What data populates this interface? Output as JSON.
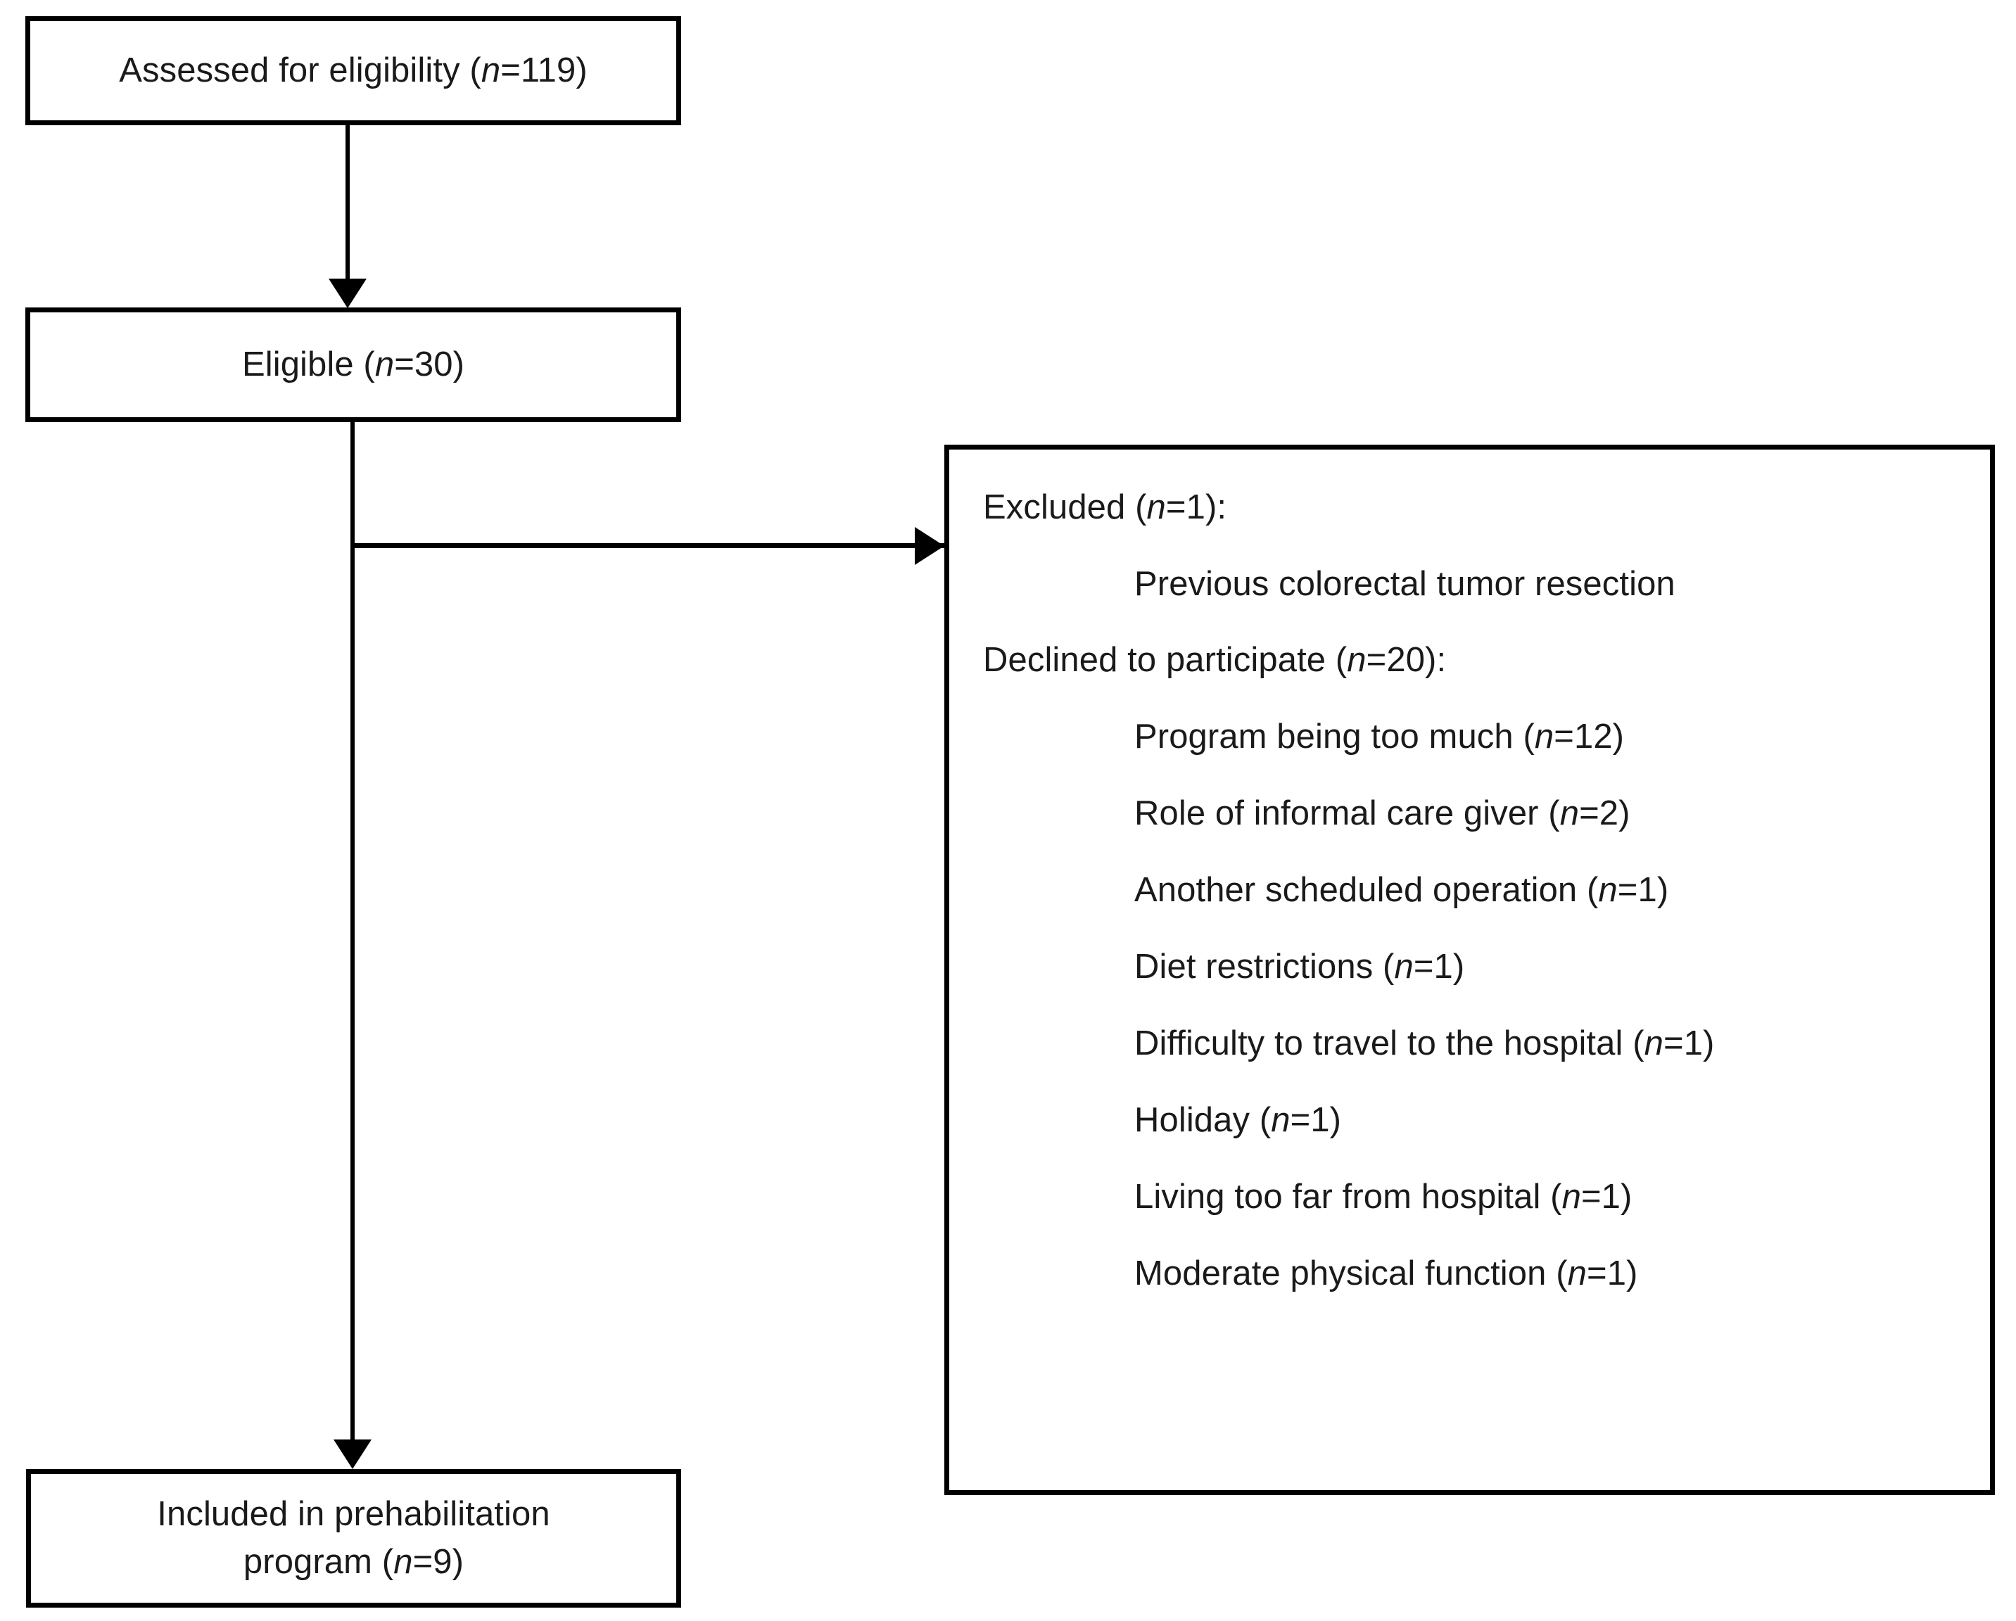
{
  "diagram": {
    "type": "participant-flow-diagram",
    "title": "Prehabilitation program participant flow",
    "line_color": "#000000",
    "box_border_color": "#000000",
    "box_fill_color": "#ffffff",
    "text_color": "#1a1a1a"
  },
  "nodes": {
    "assessed": {
      "label": "Assessed for eligibility (n=119)",
      "count": 119
    },
    "eligible": {
      "label": "Eligible (n=30)",
      "count": 30
    },
    "included": {
      "line1": "Included in prehabilitation",
      "line2": "program (n=9)",
      "count": 9
    }
  },
  "excluded_panel": {
    "excluded_header": "Excluded (n=1):",
    "excluded_count": 1,
    "excluded_reasons": [
      {
        "label": "Previous colorectal tumor resection",
        "count": null
      }
    ],
    "declined_header": "Declined to participate (n=20):",
    "declined_count": 20,
    "declined_reasons": [
      {
        "label": "Program being too much (n=12)",
        "count": 12
      },
      {
        "label": "Role of informal care giver (n=2)",
        "count": 2
      },
      {
        "label": "Another scheduled operation (n=1)",
        "count": 1
      },
      {
        "label": "Diet restrictions (n=1)",
        "count": 1
      },
      {
        "label": "Difficulty to travel to the hospital (n=1)",
        "count": 1
      },
      {
        "label": "Holiday (n=1)",
        "count": 1
      },
      {
        "label": "Living too far from hospital (n=1)",
        "count": 1
      },
      {
        "label": "Moderate physical function (n=1)",
        "count": 1
      }
    ]
  },
  "connectors": [
    {
      "name": "assessed-to-eligible",
      "direction": "down"
    },
    {
      "name": "eligible-to-included",
      "direction": "down"
    },
    {
      "name": "eligible-to-excluded",
      "direction": "right"
    }
  ]
}
